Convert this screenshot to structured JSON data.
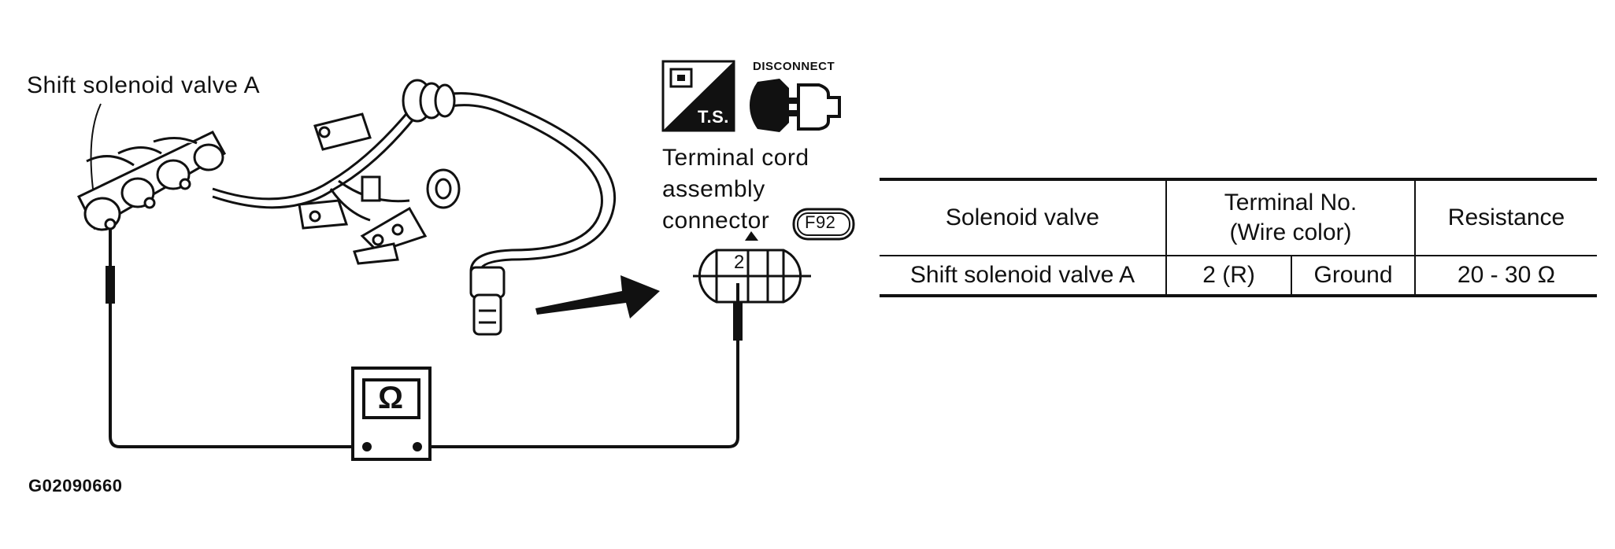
{
  "labels": {
    "solenoid": "Shift solenoid valve A",
    "terminal_cord_1": "Terminal cord",
    "terminal_cord_2": "assembly",
    "terminal_cord_3": "connector",
    "connector_code": "F92",
    "pin_number": "2",
    "ts_icon": "T.S.",
    "disconnect_icon": "DISCONNECT",
    "ohm_symbol": "Ω",
    "figure_id": "G02090660"
  },
  "table": {
    "headers": {
      "solenoid_valve": "Solenoid valve",
      "terminal_no_1": "Terminal No.",
      "terminal_no_2": "(Wire color)",
      "resistance": "Resistance"
    },
    "row": {
      "valve": "Shift solenoid valve A",
      "terminal": "2 (R)",
      "ground": "Ground",
      "resistance": "20 - 30 Ω"
    }
  }
}
